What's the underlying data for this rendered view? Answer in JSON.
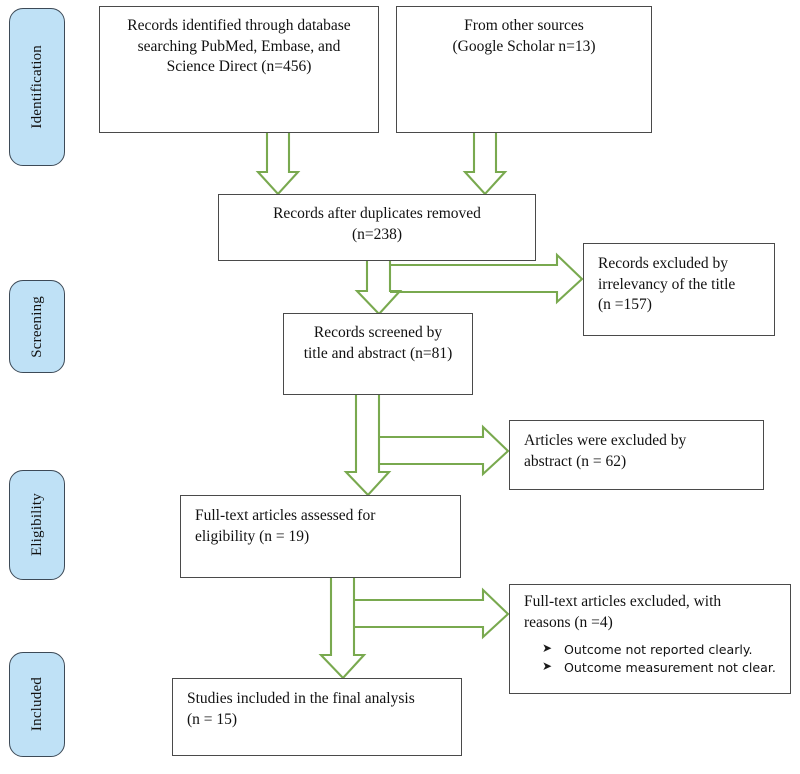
{
  "diagram": {
    "title": "PRISMA study selection flow diagram",
    "type": "flowchart",
    "accent_color": "#79a94f",
    "pill_fill_color": "#bfe1f6",
    "pill_border_color": "#3d4a57",
    "box_border_color": "#4a4a4a",
    "background_color": "#ffffff"
  },
  "stages": [
    {
      "id": "identification",
      "label": "Identification"
    },
    {
      "id": "screening",
      "label": "Screening"
    },
    {
      "id": "eligibility",
      "label": "Eligibility"
    },
    {
      "id": "included",
      "label": "Included"
    }
  ],
  "boxes": {
    "database_records": {
      "line1": "Records identified through database",
      "line2": "searching PubMed, Embase, and",
      "line3": "Science Direct (n=456)",
      "count": 456
    },
    "other_sources": {
      "line1": "From other sources",
      "line2": "(Google Scholar n=13)",
      "count": 13
    },
    "after_duplicates": {
      "line1": "Records after duplicates removed",
      "line2": "(n=238)",
      "count": 238
    },
    "excluded_title": {
      "line1": "Records excluded by",
      "line2": "irrelevancy of the title",
      "line3": "(n =157)",
      "count": 157
    },
    "screened": {
      "line1": "Records screened by",
      "line2": "title and abstract (n=81)",
      "count": 81
    },
    "excluded_abstract": {
      "line1": "Articles were excluded by",
      "line2": "abstract (n = 62)",
      "count": 62
    },
    "fulltext_assessed": {
      "line1": "Full-text articles assessed for",
      "line2": "eligibility (n = 19)",
      "count": 19
    },
    "fulltext_excluded": {
      "line1": "Full-text articles excluded, with",
      "line2": "reasons (n =4)",
      "count": 4,
      "reasons": [
        "Outcome not reported clearly.",
        "Outcome measurement not clear."
      ],
      "bullet_glyph": "➤"
    },
    "included_studies": {
      "line1": "Studies included in the final analysis",
      "line2": "(n = 15)",
      "count": 15
    }
  },
  "chart_data": {
    "type": "diagram",
    "title": "PRISMA flow of study selection",
    "nodes": [
      {
        "id": "database_records",
        "stage": "Identification",
        "label": "Records identified through database searching PubMed, Embase, and Science Direct (n=456)",
        "n": 456
      },
      {
        "id": "other_sources",
        "stage": "Identification",
        "label": "From other sources (Google Scholar n=13)",
        "n": 13
      },
      {
        "id": "after_duplicates",
        "stage": "Screening",
        "label": "Records after duplicates removed (n=238)",
        "n": 238
      },
      {
        "id": "excluded_title",
        "stage": "Screening",
        "label": "Records excluded by irrelevancy of the title (n =157)",
        "n": 157
      },
      {
        "id": "screened",
        "stage": "Screening",
        "label": "Records screened by title and abstract (n=81)",
        "n": 81
      },
      {
        "id": "excluded_abstract",
        "stage": "Eligibility",
        "label": "Articles were excluded by abstract (n = 62)",
        "n": 62
      },
      {
        "id": "fulltext_assessed",
        "stage": "Eligibility",
        "label": "Full-text articles assessed for eligibility (n = 19)",
        "n": 19
      },
      {
        "id": "fulltext_excluded",
        "stage": "Eligibility",
        "label": "Full-text articles excluded, with reasons (n =4)",
        "n": 4
      },
      {
        "id": "included_studies",
        "stage": "Included",
        "label": "Studies included in the final analysis (n = 15)",
        "n": 15
      }
    ],
    "edges": [
      {
        "from": "database_records",
        "to": "after_duplicates",
        "direction": "down"
      },
      {
        "from": "other_sources",
        "to": "after_duplicates",
        "direction": "down"
      },
      {
        "from": "after_duplicates",
        "to": "screened",
        "direction": "down"
      },
      {
        "from": "after_duplicates",
        "to": "excluded_title",
        "direction": "right"
      },
      {
        "from": "screened",
        "to": "fulltext_assessed",
        "direction": "down"
      },
      {
        "from": "screened",
        "to": "excluded_abstract",
        "direction": "right"
      },
      {
        "from": "fulltext_assessed",
        "to": "included_studies",
        "direction": "down"
      },
      {
        "from": "fulltext_assessed",
        "to": "fulltext_excluded",
        "direction": "right"
      }
    ]
  }
}
